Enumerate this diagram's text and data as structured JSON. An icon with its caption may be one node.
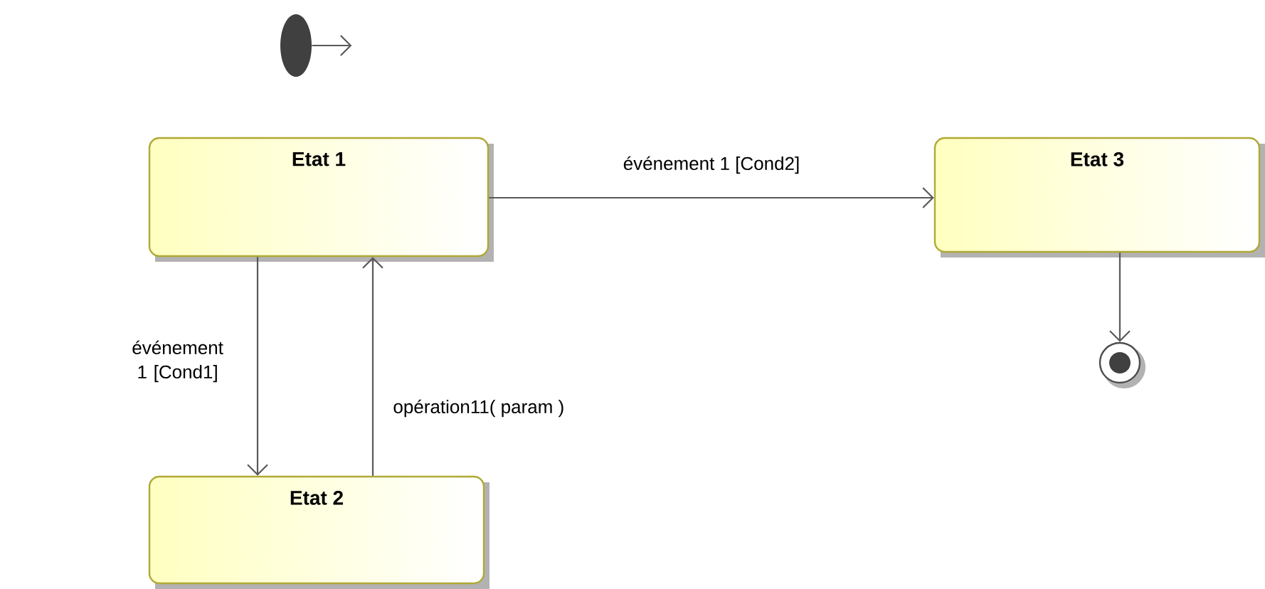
{
  "diagram": {
    "nodes": [
      {
        "text": [],
        "shape": "circle"
      },
      {
        "text": [
          "Etat 1"
        ]
      },
      {
        "text": [
          "Etat 2"
        ]
      },
      {
        "text": [
          "Etat 3"
        ]
      },
      {
        "text": [],
        "shape": "circle"
      }
    ],
    "edges": [
      {
        "from": 0,
        "to": null,
        "arrow": "to"
      },
      {
        "from": 1,
        "to": 3,
        "arrow": "to",
        "label": "événement 1 [Cond2]"
      },
      {
        "from": 1,
        "to": 2,
        "arrow": "to",
        "label": "événement 1 [Cond1]"
      },
      {
        "from": 2,
        "to": 1,
        "arrow": "to",
        "label": "opération11( param )"
      },
      {
        "from": 3,
        "to": 4,
        "arrow": "to"
      }
    ]
  }
}
